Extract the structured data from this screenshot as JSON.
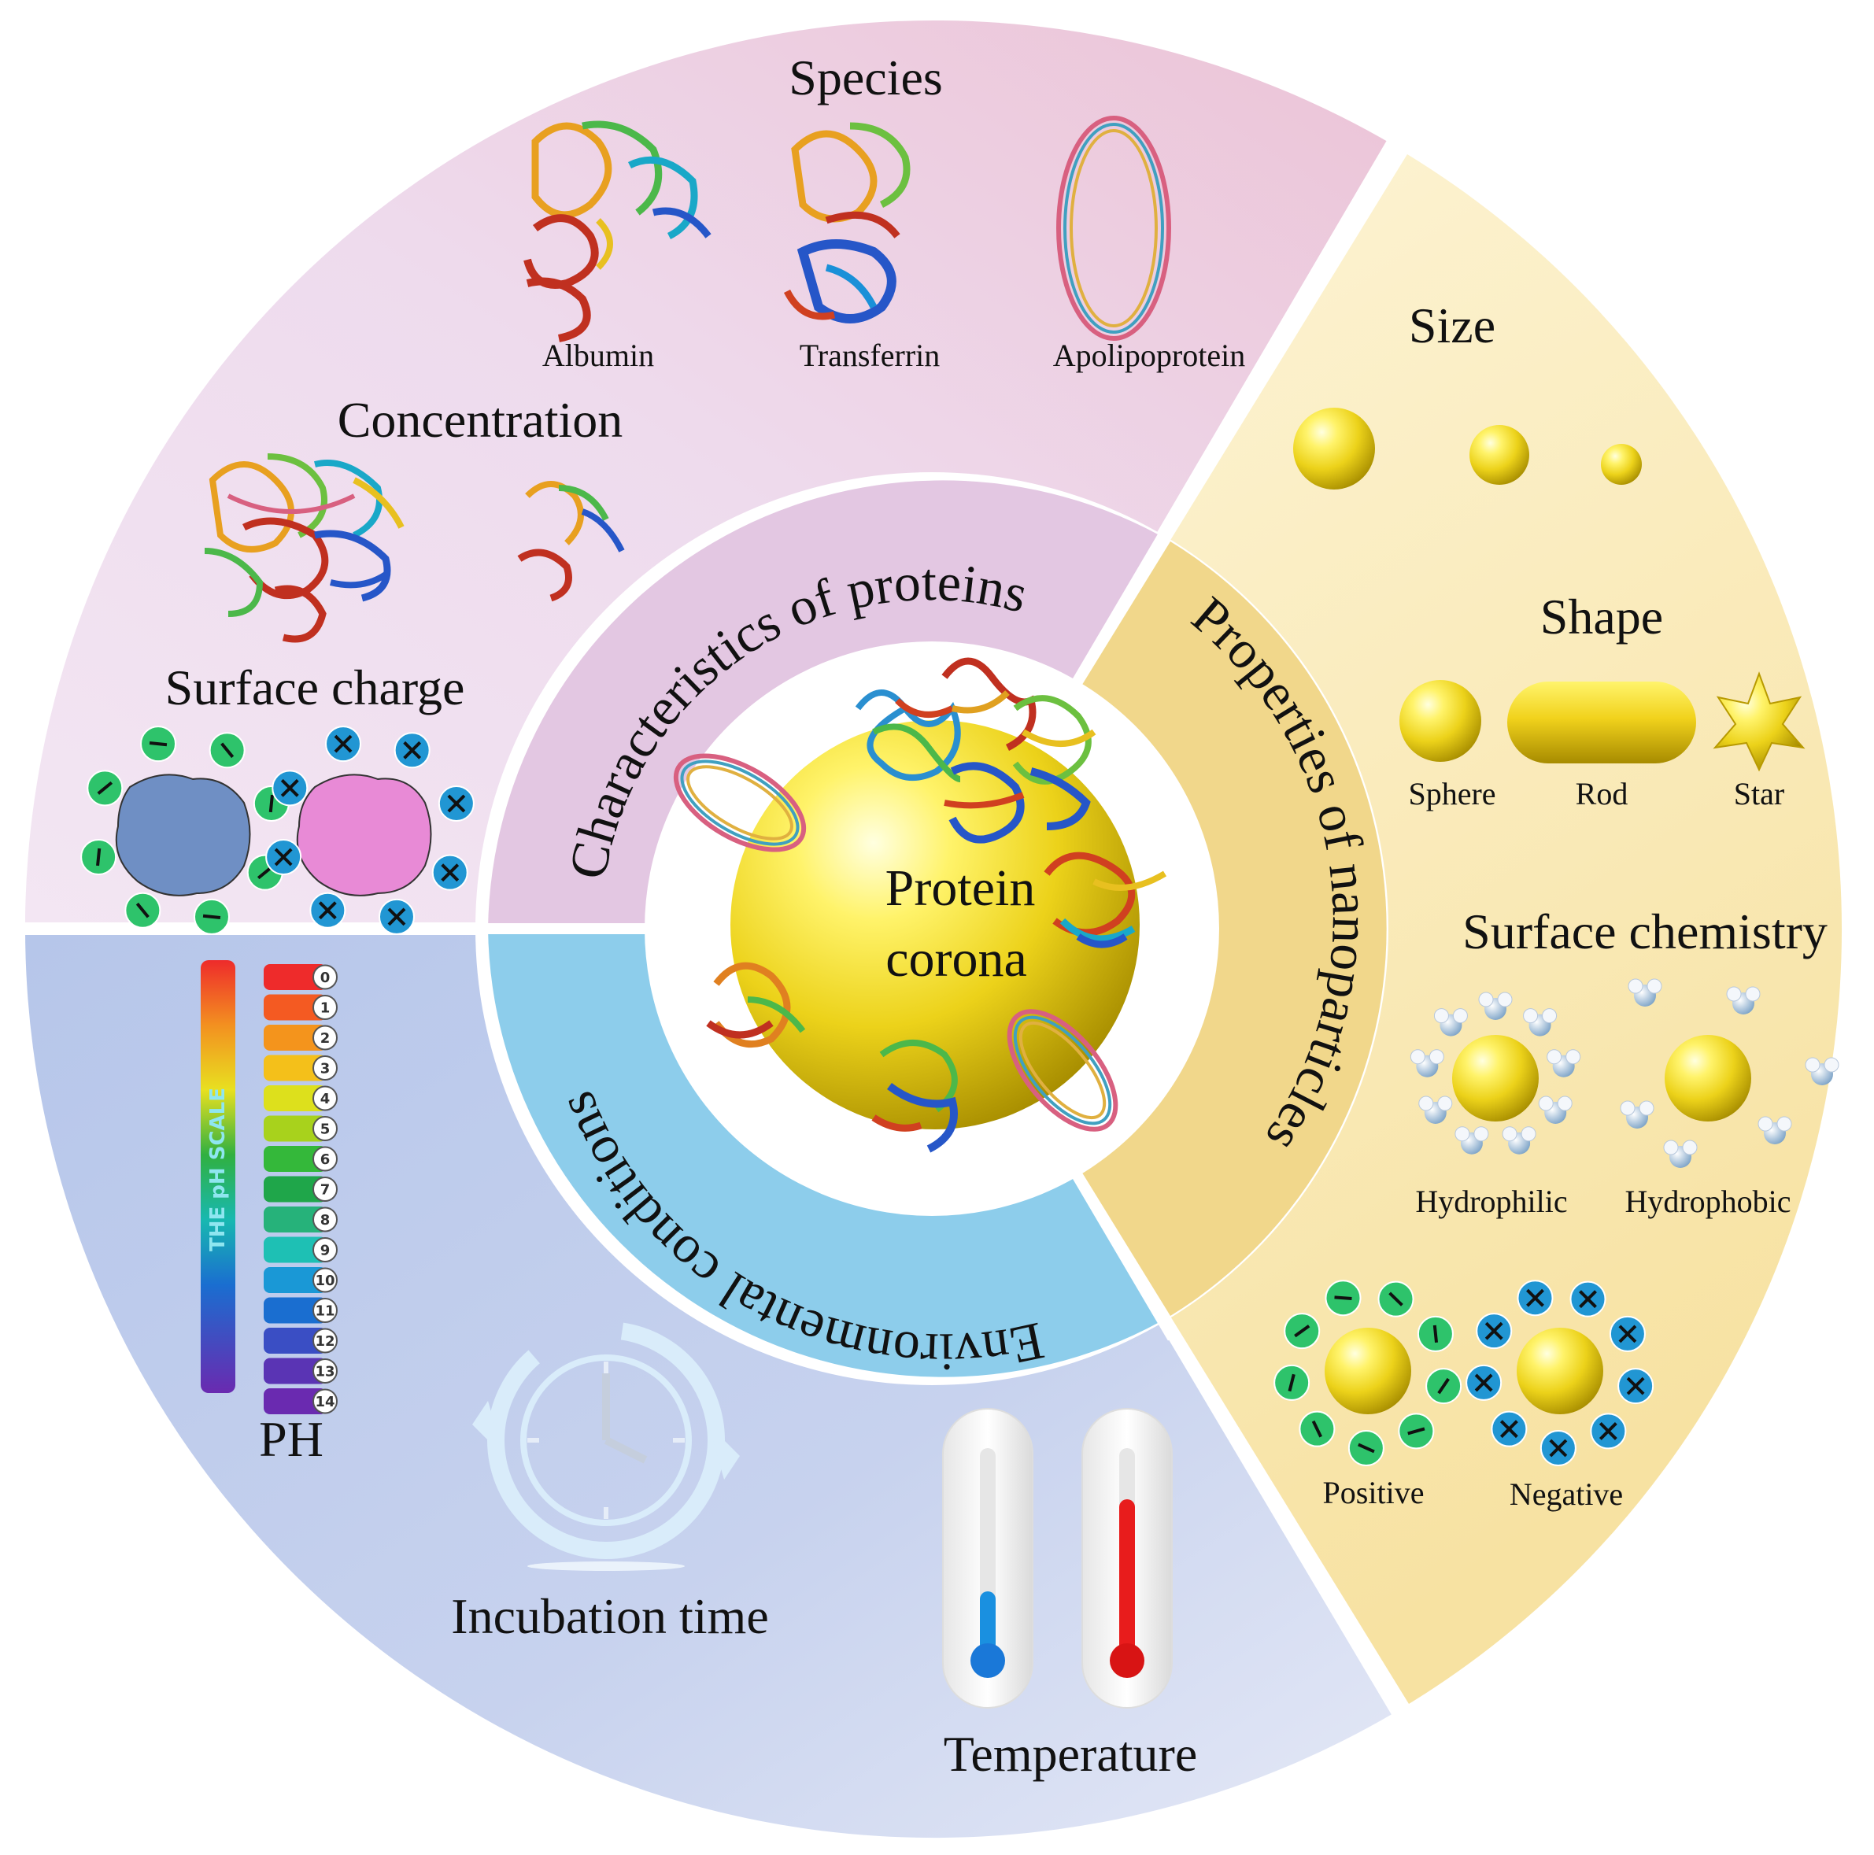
{
  "center": {
    "line1": "Protein",
    "line2": "corona"
  },
  "inner_ring": {
    "proteins": "Characteristics of proteins",
    "nanoparticles": "Properties of nanoparticles",
    "environment": "Environmental conditions"
  },
  "proteins_section": {
    "species": {
      "title": "Species",
      "items": [
        "Albumin",
        "Transferrin",
        "Apolipoprotein"
      ]
    },
    "concentration": {
      "title": "Concentration"
    },
    "surface_charge": {
      "title": "Surface charge"
    }
  },
  "nanoparticles_section": {
    "size": {
      "title": "Size"
    },
    "shape": {
      "title": "Shape",
      "items": [
        "Sphere",
        "Rod",
        "Star"
      ]
    },
    "surface_chemistry": {
      "title": "Surface chemistry",
      "wettability": [
        "Hydrophilic",
        "Hydrophobic"
      ],
      "charge": [
        "Positive",
        "Negative"
      ]
    }
  },
  "environment_section": {
    "ph": {
      "title": "PH",
      "bar_label": "THE pH SCALE",
      "levels": [
        "0",
        "1",
        "2",
        "3",
        "4",
        "5",
        "6",
        "7",
        "8",
        "9",
        "10",
        "11",
        "12",
        "13",
        "14"
      ]
    },
    "incubation": {
      "title": "Incubation time"
    },
    "temperature": {
      "title": "Temperature",
      "cold_level": 0.3,
      "hot_level": 0.75
    }
  },
  "colors": {
    "proteins_bg": "#eedfee",
    "nanoparticles_bg": "#fbefc4",
    "environment_bg": "#c2cfea",
    "inner_proteins": "#e1c5e1",
    "inner_nanoparticles": "#f2d88c",
    "inner_environment": "#8fcbe9",
    "gold": "#f0cf1c",
    "charge_green": "#2ec36b",
    "charge_blue": "#2196d3"
  }
}
